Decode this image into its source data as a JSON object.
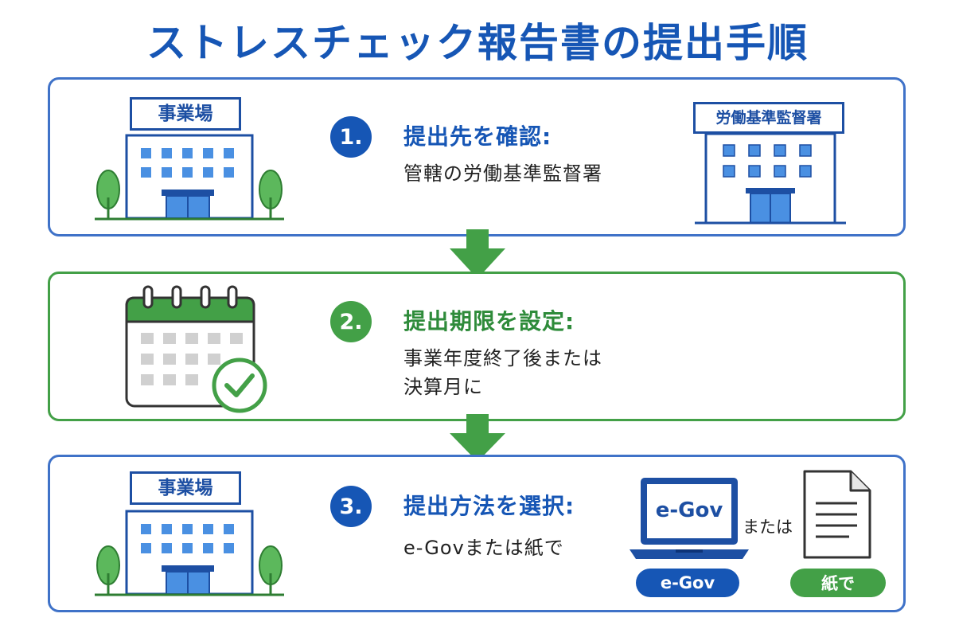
{
  "title": "ストレスチェック報告書の提出手順",
  "colors": {
    "blue": "#1656b5",
    "green": "#43a047",
    "border_blue": "#3f72c8"
  },
  "steps": [
    {
      "number": "1.",
      "title": "提出先を確認:",
      "description": "管轄の労働基準監督署",
      "left_icon": {
        "name": "office-building-icon",
        "sign": "事業場"
      },
      "right_icon": {
        "name": "labor-office-building-icon",
        "sign": "労働基準監督署"
      }
    },
    {
      "number": "2.",
      "title": "提出期限を設定:",
      "description_lines": [
        "事業年度終了後または",
        "決算月に"
      ],
      "left_icon": {
        "name": "calendar-check-icon"
      }
    },
    {
      "number": "3.",
      "title": "提出方法を選択:",
      "description": "e-Govまたは紙で",
      "left_icon": {
        "name": "office-building-icon",
        "sign": "事業場"
      },
      "laptop_screen_text": "e-Gov",
      "connector_text": "または",
      "option_egov_label": "e-Gov",
      "option_paper_label": "紙で"
    }
  ]
}
